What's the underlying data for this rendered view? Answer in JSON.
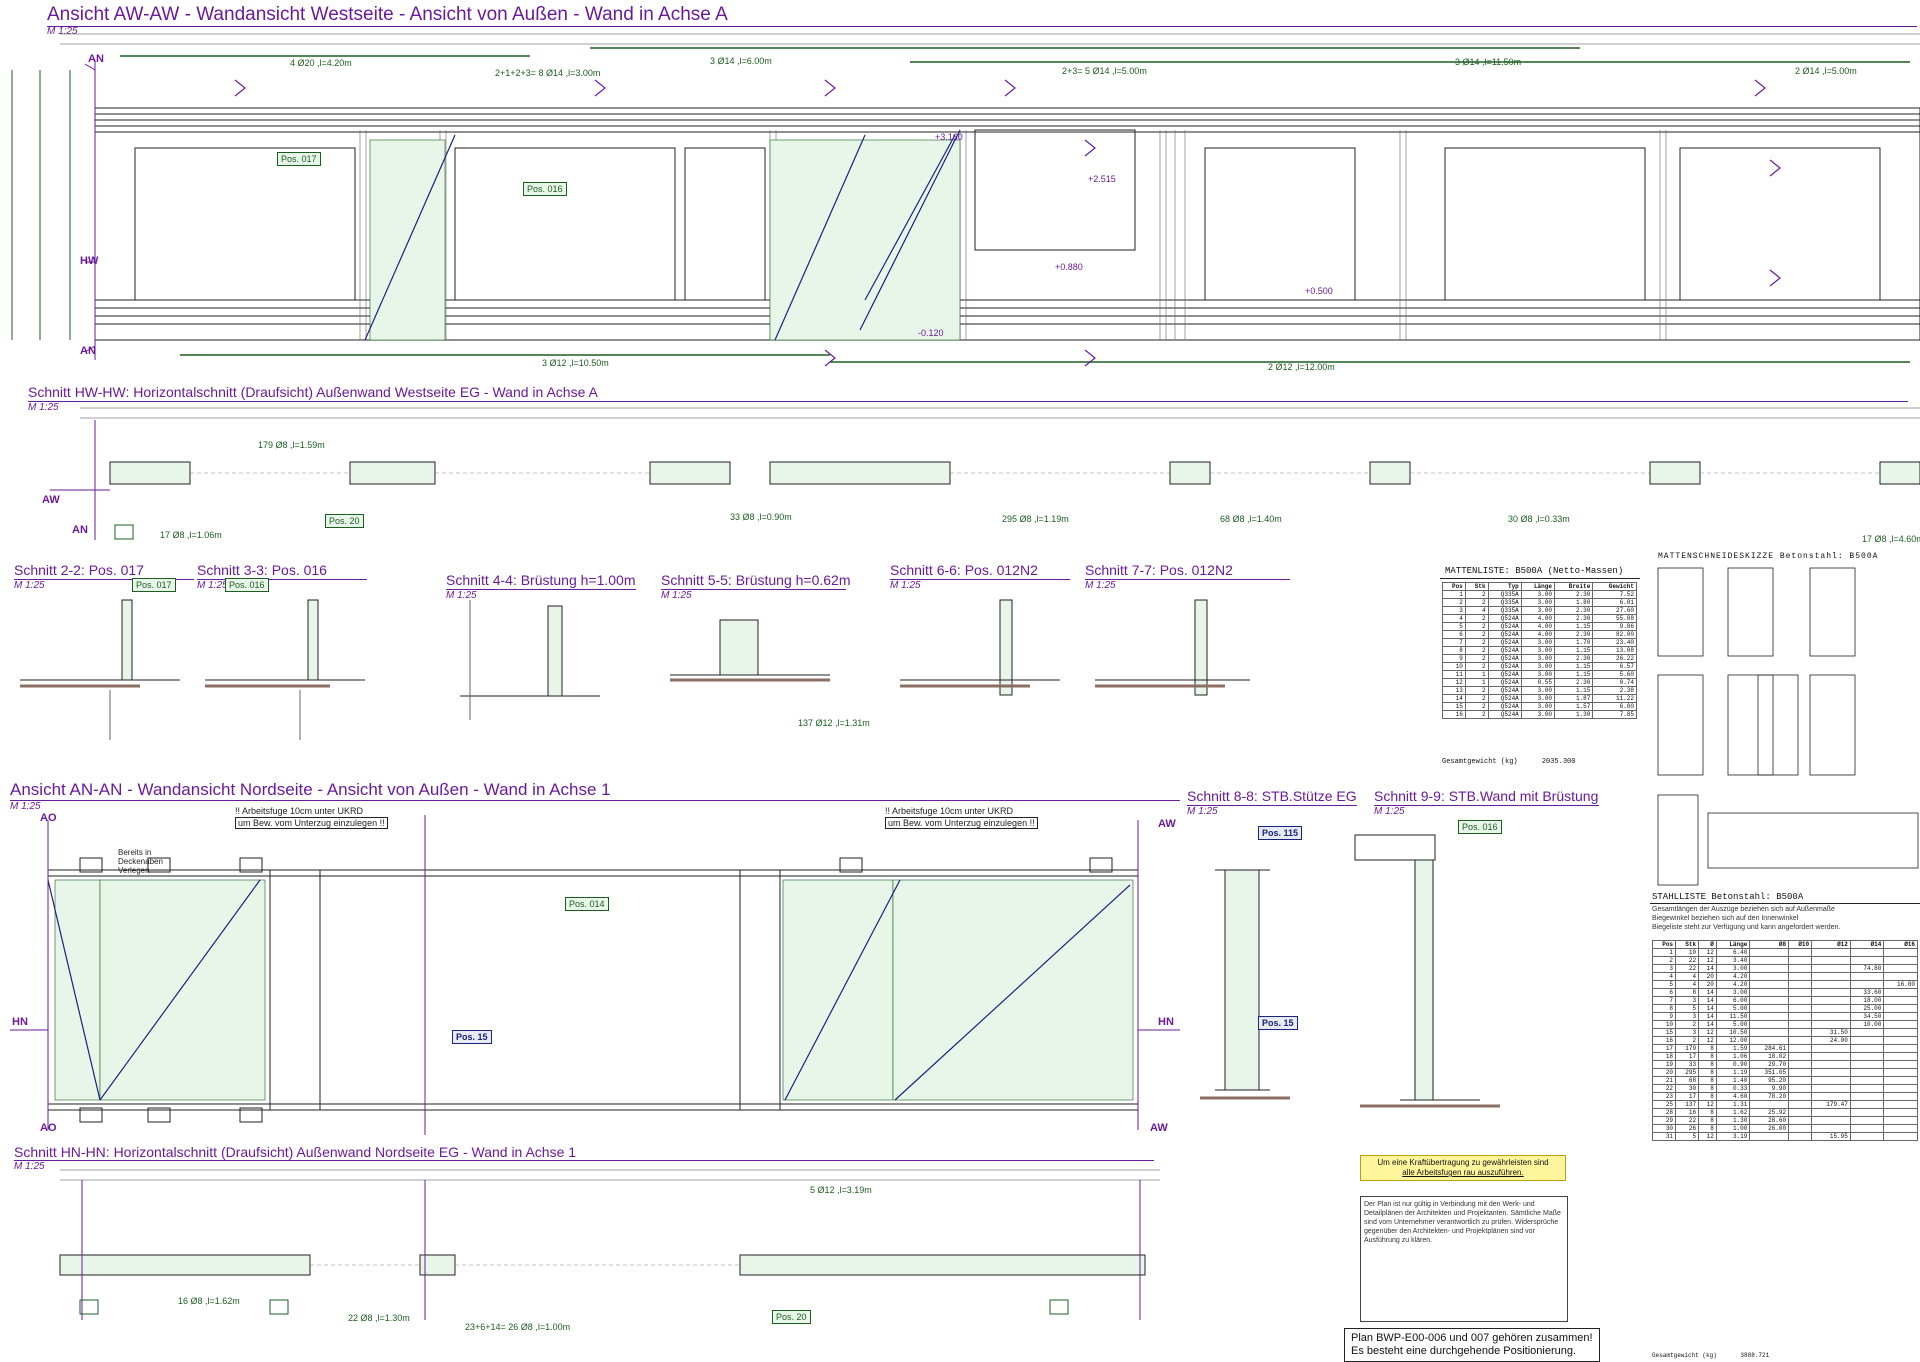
{
  "sections": {
    "aw": {
      "title": "Ansicht AW-AW - Wandansicht Westseite - Ansicht von Außen - Wand in Achse A",
      "scale": "M 1:25"
    },
    "hw": {
      "title": "Schnitt HW-HW: Horizontalschnitt (Draufsicht) Außenwand Westseite EG - Wand in Achse A",
      "scale": "M 1:25"
    },
    "s22": {
      "title": "Schnitt 2-2: Pos. 017",
      "scale": "M 1:25"
    },
    "s33": {
      "title": "Schnitt 3-3: Pos. 016",
      "scale": "M 1:25"
    },
    "s44": {
      "title": "Schnitt 4-4: Brüstung h=1.00m",
      "scale": "M 1:25"
    },
    "s55": {
      "title": "Schnitt 5-5: Brüstung h=0.62m",
      "scale": "M 1:25"
    },
    "s66": {
      "title": "Schnitt 6-6: Pos. 012N2",
      "scale": "M 1:25"
    },
    "s77": {
      "title": "Schnitt 7-7: Pos. 012N2",
      "scale": "M 1:25"
    },
    "an": {
      "title": "Ansicht AN-AN - Wandansicht Nordseite - Ansicht von Außen - Wand in Achse 1",
      "scale": "M 1:25"
    },
    "s88": {
      "title": "Schnitt 8-8: STB.Stütze EG",
      "scale": "M 1:25"
    },
    "s99": {
      "title": "Schnitt 9-9: STB.Wand mit Brüstung",
      "scale": "M 1:25"
    },
    "hn": {
      "title": "Schnitt HN-HN: Horizontalschnitt (Draufsicht) Außenwand Nordseite EG - Wand in Achse 1",
      "scale": "M 1:25"
    }
  },
  "axis": {
    "an": "AN",
    "ao": "AO",
    "hw": "HW",
    "aw": "AW",
    "hn": "HN"
  },
  "positions": {
    "p017": "Pos. 017",
    "p016": "Pos. 016",
    "p015": "Pos. 15",
    "p014": "Pos. 014",
    "p115": "Pos. 115",
    "p20": "Pos. 20",
    "p16": "Pos. 016"
  },
  "bars": {
    "b5": "4 Ø20 ,l=4.20m",
    "b6": "2+1+2+3= 8 Ø14 ,l=3.00m",
    "b7": "3 Ø14 ,l=6.00m",
    "b8": "2+3= 5 Ø14 ,l=5.00m",
    "b9": "3 Ø14 ,l=11.50m",
    "b10": "2 Ø14 ,l=5.00m",
    "b15": "3 Ø12 ,l=10.50m",
    "b16": "2 Ø12 ,l=12.00m",
    "b17": "179 Ø8 ,l=1.59m",
    "b18": "17 Ø8 ,l=1.06m",
    "b19": "33 Ø8 ,l=0.90m",
    "b20": "295 Ø8 ,l=1.19m",
    "b21": "68 Ø8 ,l=1.40m",
    "b22": "30 Ø8 ,l=0.33m",
    "b23": "17 Ø8 ,l=4.60m",
    "b25": "137 Ø12 ,l=1.31m",
    "b28": "16 Ø8 ,l=1.62m",
    "b29": "22 Ø8 ,l=1.30m",
    "b30": "23+6+14= 26 Ø8 ,l=1.00m",
    "b31": "5 Ø12 ,l=3.19m"
  },
  "levels": {
    "l1": "+3.160",
    "l2": "+2.515",
    "l3": "+0.880",
    "l4": "+0.500",
    "l5": "-0.120"
  },
  "notes": {
    "arbeitsfuge1": "!! Arbeitsfuge 10cm unter UKRD",
    "arbeitsfuge1b": "um Bew. vom Unterzug einzulegen !!",
    "arbeitsfuge2": "!! Arbeitsfuge 10cm unter UKRD",
    "arbeitsfuge2b": "um Bew. vom Unterzug einzulegen !!",
    "deckenbalken": "Bereits in Deckenaben Verlegen",
    "warn1": "Um eine Kraftübertragung zu gewährleisten sind",
    "warn2": "alle Arbeitsfugen rau auszuführen.",
    "plan1": "Plan BWP-E00-006 und 007 gehören zusammen!",
    "plan2": "Es besteht eine durchgehende Positionierung.",
    "general": "Der Plan ist nur gültig in Verbindung mit den Werk- und Detailplänen der Architekten und Projektanten. Sämtliche Maße sind vom Unternehmer verantwortlich zu prüfen. Widersprüche gegenüber den Architekten- und Projektplänen sind vor Ausführung zu klären."
  },
  "matten": {
    "title": "MATTENLISTE: B500A (Netto-Massen)",
    "skizze": "MATTENSCHNEIDESKIZZE Betonstahl: B500A",
    "headers": [
      "Pos",
      "Stk",
      "Typ",
      "Länge",
      "Breite",
      "Gewicht"
    ],
    "rows": [
      [
        "1",
        "2",
        "Q335A",
        "3.00",
        "2.30",
        "7.52"
      ],
      [
        "2",
        "2",
        "Q335A",
        "3.00",
        "1.80",
        "6.01"
      ],
      [
        "3",
        "4",
        "Q335A",
        "3.00",
        "2.30",
        "27.60"
      ],
      [
        "4",
        "2",
        "Q524A",
        "4.00",
        "2.30",
        "55.08"
      ],
      [
        "5",
        "2",
        "Q524A",
        "4.00",
        "1.15",
        "9.86"
      ],
      [
        "6",
        "2",
        "Q524A",
        "4.00",
        "2.30",
        "82.00"
      ],
      [
        "7",
        "2",
        "Q524A",
        "3.00",
        "1.70",
        "23.40"
      ],
      [
        "8",
        "2",
        "Q524A",
        "3.00",
        "1.15",
        "13.08"
      ],
      [
        "9",
        "2",
        "Q524A",
        "3.00",
        "2.30",
        "26.22"
      ],
      [
        "10",
        "2",
        "Q524A",
        "3.00",
        "1.15",
        "6.57"
      ],
      [
        "11",
        "1",
        "Q524A",
        "3.00",
        "1.15",
        "5.60"
      ],
      [
        "12",
        "1",
        "Q524A",
        "0.55",
        "2.30",
        "0.74"
      ],
      [
        "13",
        "2",
        "Q524A",
        "3.00",
        "1.15",
        "2.38"
      ],
      [
        "14",
        "2",
        "Q524A",
        "3.00",
        "1.87",
        "11.22"
      ],
      [
        "15",
        "2",
        "Q524A",
        "3.00",
        "1.57",
        "6.00"
      ],
      [
        "16",
        "2",
        "Q524A",
        "3.00",
        "1.30",
        "7.85"
      ]
    ],
    "total_label": "Gesamtgewicht (kg)",
    "total_value": "2035.300"
  },
  "stahl": {
    "title": "STAHLLISTE Betonstahl: B500A",
    "notes": [
      "Gesamtlängen der Auszüge beziehen sich auf Außenmaße",
      "Biegewinkel beziehen sich auf den Innenwinkel",
      "Biegeliste steht zur Verfügung und kann angefordert werden."
    ],
    "headers": [
      "Pos",
      "Stk",
      "Ø",
      "Länge",
      "Ø8",
      "Ø10",
      "Ø12",
      "Ø14",
      "Ø16"
    ],
    "rows": [
      [
        "1",
        "10",
        "12",
        "6.40",
        "",
        "",
        "",
        "",
        ""
      ],
      [
        "2",
        "22",
        "12",
        "3.40",
        "",
        "",
        "",
        "",
        ""
      ],
      [
        "3",
        "22",
        "14",
        "3.00",
        "",
        "",
        "",
        "74.80",
        ""
      ],
      [
        "4",
        "4",
        "20",
        "4.20",
        "",
        "",
        "",
        "",
        ""
      ],
      [
        "5",
        "4",
        "20",
        "4.20",
        "",
        "",
        "",
        "",
        "16.80"
      ],
      [
        "6",
        "8",
        "14",
        "3.00",
        "",
        "",
        "",
        "33.60",
        ""
      ],
      [
        "7",
        "3",
        "14",
        "6.00",
        "",
        "",
        "",
        "18.00",
        ""
      ],
      [
        "8",
        "5",
        "14",
        "5.00",
        "",
        "",
        "",
        "25.00",
        ""
      ],
      [
        "9",
        "3",
        "14",
        "11.50",
        "",
        "",
        "",
        "34.50",
        ""
      ],
      [
        "10",
        "2",
        "14",
        "5.00",
        "",
        "",
        "",
        "10.00",
        ""
      ],
      [
        "15",
        "3",
        "12",
        "10.50",
        "",
        "",
        "31.50",
        "",
        ""
      ],
      [
        "16",
        "2",
        "12",
        "12.00",
        "",
        "",
        "24.00",
        "",
        ""
      ],
      [
        "17",
        "179",
        "8",
        "1.59",
        "284.61",
        "",
        "",
        "",
        ""
      ],
      [
        "18",
        "17",
        "8",
        "1.06",
        "18.02",
        "",
        "",
        "",
        ""
      ],
      [
        "19",
        "33",
        "8",
        "0.90",
        "29.70",
        "",
        "",
        "",
        ""
      ],
      [
        "20",
        "295",
        "8",
        "1.19",
        "351.05",
        "",
        "",
        "",
        ""
      ],
      [
        "21",
        "68",
        "8",
        "1.40",
        "95.20",
        "",
        "",
        "",
        ""
      ],
      [
        "22",
        "30",
        "8",
        "0.33",
        "9.90",
        "",
        "",
        "",
        ""
      ],
      [
        "23",
        "17",
        "8",
        "4.60",
        "78.20",
        "",
        "",
        "",
        ""
      ],
      [
        "25",
        "137",
        "12",
        "1.31",
        "",
        "",
        "179.47",
        "",
        ""
      ],
      [
        "28",
        "16",
        "8",
        "1.62",
        "25.92",
        "",
        "",
        "",
        ""
      ],
      [
        "29",
        "22",
        "8",
        "1.30",
        "28.60",
        "",
        "",
        "",
        ""
      ],
      [
        "30",
        "26",
        "8",
        "1.00",
        "26.00",
        "",
        "",
        "",
        ""
      ],
      [
        "31",
        "5",
        "12",
        "3.19",
        "",
        "",
        "15.95",
        "",
        ""
      ]
    ],
    "total_label": "Gesamtgewicht (kg)",
    "total_value": "3808.721"
  }
}
